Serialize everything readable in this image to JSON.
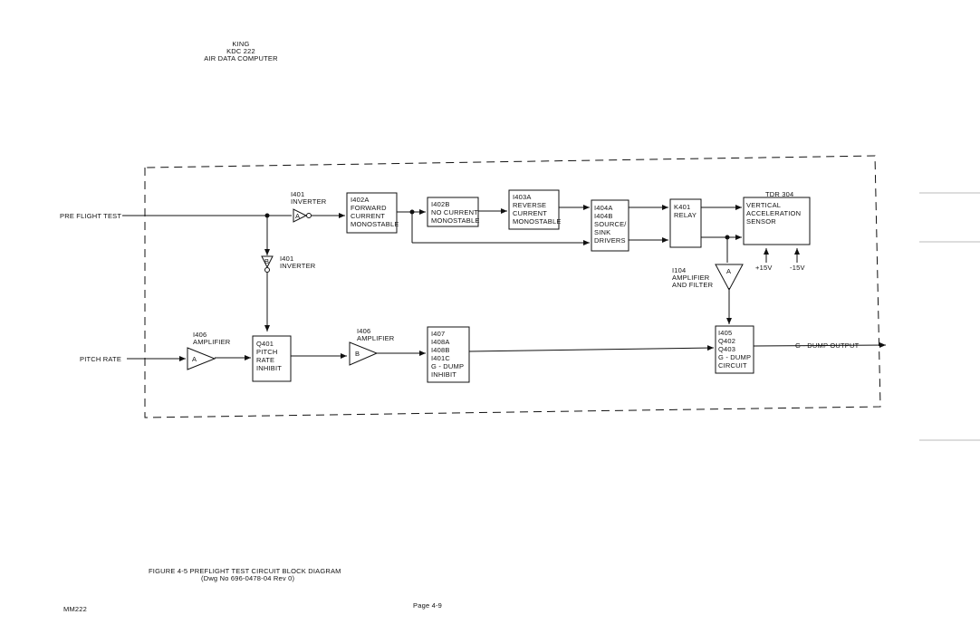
{
  "header": {
    "line1": "KING",
    "line2": "KDC 222",
    "line3": "AIR DATA COMPUTER"
  },
  "inputs": {
    "preflight_test": "PRE FLIGHT TEST",
    "pitch_rate": "PITCH RATE"
  },
  "output": {
    "g_dump": "G - DUMP OUTPUT"
  },
  "labels": {
    "i401_top": [
      "I401",
      "INVERTER"
    ],
    "i401_mid": [
      "I401",
      "INVERTER"
    ],
    "i406_left": [
      "I406",
      "AMPLIFIER"
    ],
    "i406_mid": [
      "I406",
      "AMPLIFIER"
    ],
    "i104": [
      "I104",
      "AMPLIFIER",
      "AND FILTER"
    ],
    "tdr": "TDR 304",
    "p15": "+15V",
    "m15": "-15V"
  },
  "gates": {
    "inv_a": "A",
    "inv_b": "B",
    "amp_a": "A",
    "amp_b": "B",
    "amp_c": "A"
  },
  "blocks": {
    "i402a": [
      "I402A",
      "FORWARD",
      "CURRENT",
      "MONOSTABLE"
    ],
    "i402b": [
      "I402B",
      "NO CURRENT",
      "MONOSTABLE"
    ],
    "i403a": [
      "I403A",
      "REVERSE",
      "CURRENT",
      "MONOSTABLE"
    ],
    "i404": [
      "I404A",
      "I404B",
      "SOURCE/",
      "SINK",
      "DRIVERS"
    ],
    "k401": [
      "K401",
      "RELAY"
    ],
    "sensor": [
      "VERTICAL",
      "ACCELERATION",
      "SENSOR"
    ],
    "q401": [
      "Q401",
      "PITCH",
      "RATE",
      "INHIBIT"
    ],
    "i407": [
      "I407",
      "I408A",
      "I408B",
      "I401C",
      "G - DUMP",
      "INHIBIT"
    ],
    "i405": [
      "I405",
      "Q402",
      "Q403",
      "G - DUMP",
      "CIRCUIT"
    ]
  },
  "caption": {
    "line1": "FIGURE 4-5 PREFLIGHT TEST CIRCUIT BLOCK DIAGRAM",
    "line2": "(Dwg No 696-0478-04 Rev 0)"
  },
  "footer": {
    "left": "MM222",
    "page": "Page 4-9"
  }
}
